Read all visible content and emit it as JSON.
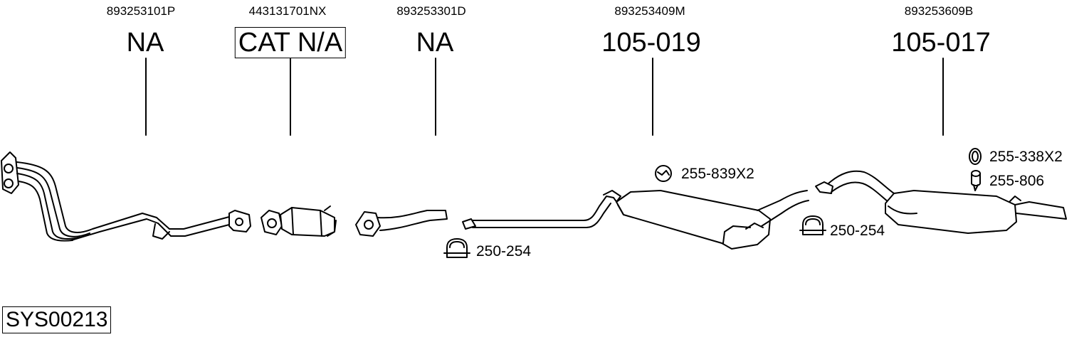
{
  "parts": [
    {
      "oe": "893253101P",
      "code": "NA"
    },
    {
      "oe": "443131701NX",
      "code": "CAT N/A"
    },
    {
      "oe": "893253301D",
      "code": "NA"
    },
    {
      "oe": "893253409M",
      "code": "105-019"
    },
    {
      "oe": "893253609B",
      "code": "105-017"
    }
  ],
  "accessories": {
    "clamp_1": "250-254",
    "rubber_mount": "255-839X2",
    "clamp_2": "250-254",
    "ring_mount": "255-338X2",
    "hanger": "255-806"
  },
  "system_code": "SYS00213"
}
